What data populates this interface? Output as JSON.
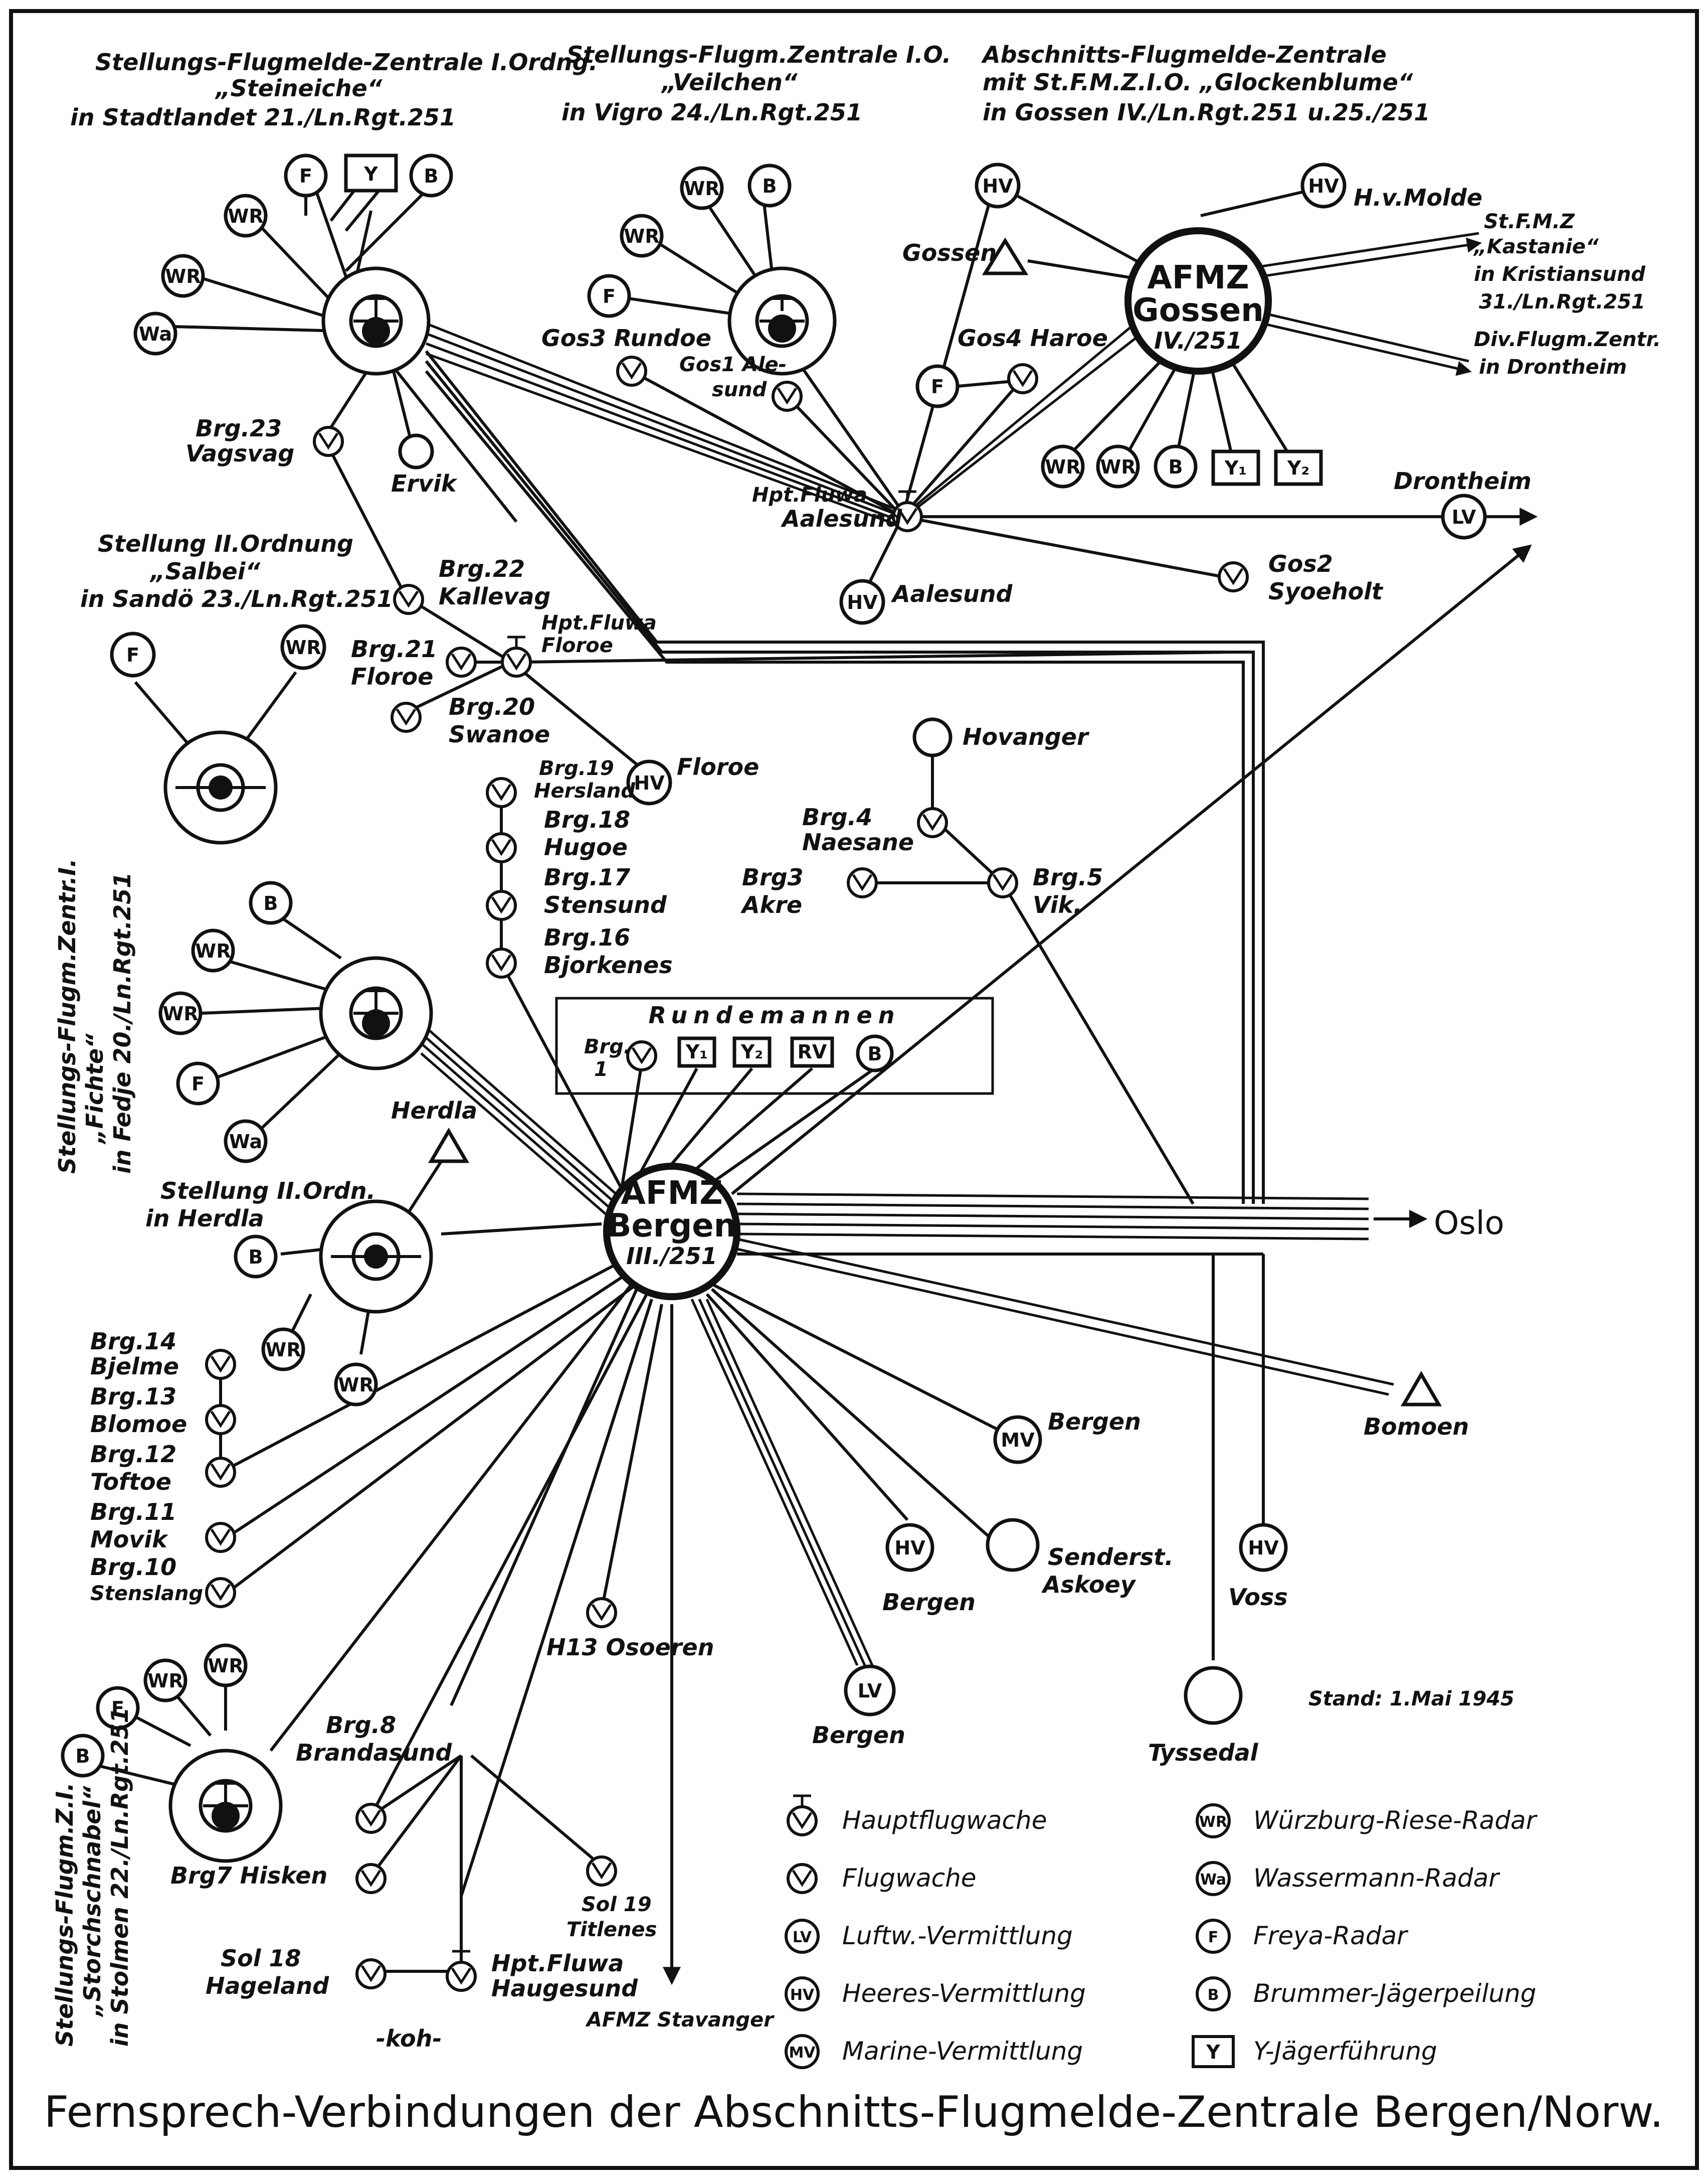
{
  "header": {
    "col1": [
      "Stellungs-Flugmelde-Zentrale I.Ordng.",
      "„Steineiche“",
      "in Stadtlandet 21./Ln.Rgt.251"
    ],
    "col2": [
      "Stellungs-Flugm.Zentrale I.O.",
      "„Veilchen“",
      "in Vigro 24./Ln.Rgt.251"
    ],
    "col3": [
      "Abschnitts-Flugmelde-Zentrale",
      "mit St.F.M.Z.I.O. „Glockenblume“",
      "in Gossen IV./Ln.Rgt.251 u.25./251"
    ]
  },
  "hubs": {
    "bergen": [
      "AFMZ",
      "Bergen",
      "III./251"
    ],
    "gossen": [
      "AFMZ",
      "Gossen",
      "IV./251"
    ]
  },
  "symbols": {
    "F": "F",
    "Y": "Y",
    "B": "B",
    "WR": "WR",
    "Wa": "Wa",
    "HV": "HV",
    "LV": "LV",
    "MV": "MV",
    "Y1": "Y₁",
    "Y2": "Y₂",
    "RV": "RV"
  },
  "north": {
    "brg23": [
      "Brg.23",
      "Vagsvag"
    ],
    "ervik": "Ervik",
    "gos3": "Gos3 Rundoe",
    "gos1": [
      "Gos1 Ale-",
      "sund"
    ],
    "gos4": "Gos4 Haroe",
    "gossen_radar": "Gossen",
    "hvmolde": "H.v.Molde",
    "kastanie": [
      "St.F.M.Z",
      "„Kastanie“",
      "in Kristiansund",
      "31./Ln.Rgt.251"
    ],
    "divflugm": [
      "Div.Flugm.Zentr.",
      "in Drontheim"
    ],
    "hpt_aalesund": [
      "Hpt.Fluwa",
      "Aalesund"
    ],
    "hv_aalesund": "Aalesund",
    "drontheim": "Drontheim",
    "gos2": [
      "Gos2",
      "Syoeholt"
    ]
  },
  "salbei": [
    "Stellung II.Ordnung",
    "„Salbei“",
    "in Sandö 23./Ln.Rgt.251"
  ],
  "middle": {
    "brg22": [
      "Brg.22",
      "Kallevag"
    ],
    "hpt_floroe": [
      "Hpt.Fluwa",
      "Floroe"
    ],
    "brg21": [
      "Brg.21",
      "Floroe"
    ],
    "brg20": [
      "Brg.20",
      "Swanoe"
    ],
    "hv_floroe": "Floroe",
    "brg19": [
      "Brg.19",
      "Hersland"
    ],
    "brg18": [
      "Brg.18",
      "Hugoe"
    ],
    "brg17": [
      "Brg.17",
      "Stensund"
    ],
    "brg16": [
      "Brg.16",
      "Bjorkenes"
    ],
    "hovanger": "Hovanger",
    "brg4": [
      "Brg.4",
      "Naesane"
    ],
    "brg3": [
      "Brg3",
      "Akre"
    ],
    "brg5": [
      "Brg.5",
      "Vik."
    ],
    "rundemannen": "Rundemannen",
    "brg1": [
      "Brg.",
      "1"
    ]
  },
  "fichte": [
    "Stellungs-Flugm.Zentr.I.",
    "„Fichte“",
    "in Fedje 20./Ln.Rgt.251"
  ],
  "herdla": {
    "radar": "Herdla",
    "stellung": [
      "Stellung II.Ordn.",
      "in Herdla"
    ]
  },
  "west": {
    "brg14": [
      "Brg.14",
      "Bjelme"
    ],
    "brg13": [
      "Brg.13",
      "Blomoe"
    ],
    "brg12": [
      "Brg.12",
      "Toftoe"
    ],
    "brg11": [
      "Brg.11",
      "Movik"
    ],
    "brg10": [
      "Brg.10",
      "Stenslang"
    ]
  },
  "east": {
    "oslo": "Oslo",
    "bomoen": "Bomoen",
    "mv_bergen": "Bergen",
    "hv_bergen": "Bergen",
    "senderst": [
      "Senderst.",
      "Askoey"
    ],
    "hv_voss": "Voss",
    "lv_bergen": "Bergen",
    "tyssedal": "Tyssedal",
    "h13": "H13 Osoeren",
    "stand": "Stand: 1.Mai 1945"
  },
  "storchschnabel": [
    "Stellungs-Flugm.Z.I.",
    "„Storchschnabel“",
    "in Stolmen 22./Ln.Rgt.251"
  ],
  "south": {
    "brg8": [
      "Brg.8",
      "Brandasund"
    ],
    "brg7": "Brg7 Hisken",
    "sol19": [
      "Sol 19",
      "Titlenes"
    ],
    "sol18": [
      "Sol 18",
      "Hageland"
    ],
    "hpt_haugesund": [
      "Hpt.Fluwa",
      "Haugesund"
    ],
    "stavanger": "AFMZ Stavanger",
    "signature": "-koh-"
  },
  "legend": [
    {
      "symbol": "",
      "label": "Hauptflugwache"
    },
    {
      "symbol": "",
      "label": "Flugwache"
    },
    {
      "symbol": "LV",
      "label": "Luftw.-Vermittlung"
    },
    {
      "symbol": "HV",
      "label": "Heeres-Vermittlung"
    },
    {
      "symbol": "MV",
      "label": "Marine-Vermittlung"
    },
    {
      "symbol": "WR",
      "label": "Würzburg-Riese-Radar"
    },
    {
      "symbol": "Wa",
      "label": "Wassermann-Radar"
    },
    {
      "symbol": "F",
      "label": "Freya-Radar"
    },
    {
      "symbol": "B",
      "label": "Brummer-Jägerpeilung"
    },
    {
      "symbol": "Y",
      "label": "Y-Jägerführung"
    }
  ],
  "title": "Fernsprech-Verbindungen der Abschnitts-Flugmelde-Zentrale Bergen/Norw."
}
